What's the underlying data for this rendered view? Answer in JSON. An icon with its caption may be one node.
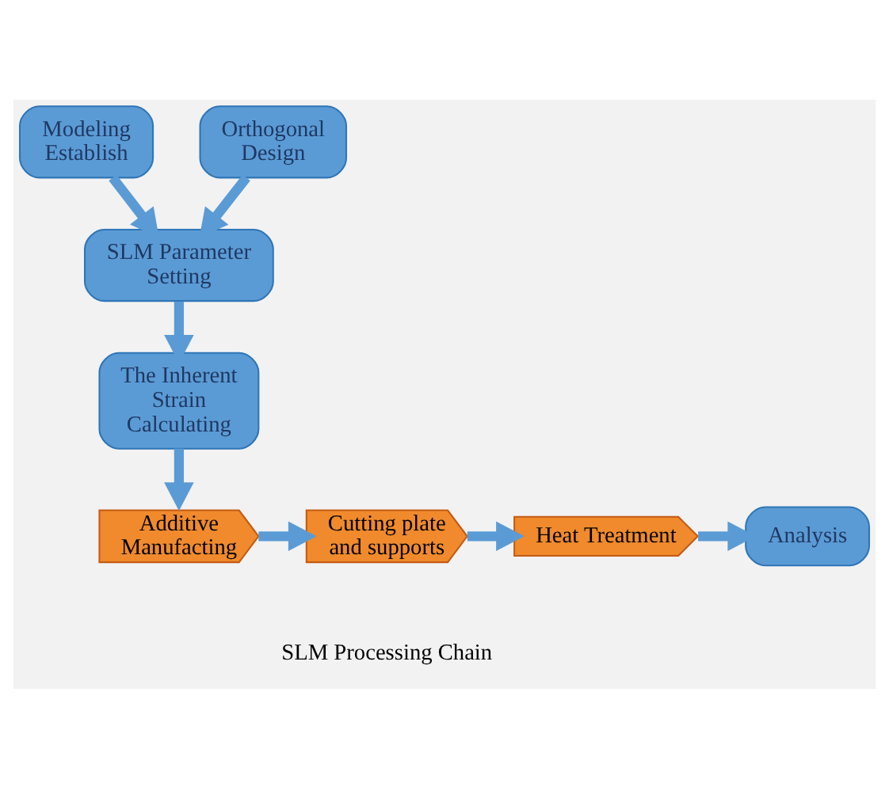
{
  "diagram": {
    "nodes": [
      {
        "text": [
          "Modeling Establish"
        ]
      },
      {
        "text": [
          "Orthogonal Design"
        ]
      },
      {
        "text": [
          "SLM Parameter Setting"
        ]
      },
      {
        "text": [
          "The Inherent Strain Calculating"
        ]
      },
      {
        "text": [
          "Additive Manufacting"
        ]
      },
      {
        "text": [
          "Cutting plate and supports"
        ]
      },
      {
        "text": [
          "Heat Treatment"
        ]
      },
      {
        "text": [
          "Analysis"
        ]
      }
    ],
    "edges": [
      {
        "from": 0,
        "to": 2,
        "arrow": "to"
      },
      {
        "from": 1,
        "to": 2,
        "arrow": "to"
      },
      {
        "from": 2,
        "to": 3,
        "arrow": "to"
      },
      {
        "from": 3,
        "to": 4,
        "arrow": "to"
      },
      {
        "from": 4,
        "to": 5,
        "arrow": "to"
      },
      {
        "from": 5,
        "to": 6,
        "arrow": "to"
      },
      {
        "from": 6,
        "to": 7,
        "arrow": "to"
      }
    ],
    "labels": [
      "SLM Processing Chain"
    ]
  }
}
